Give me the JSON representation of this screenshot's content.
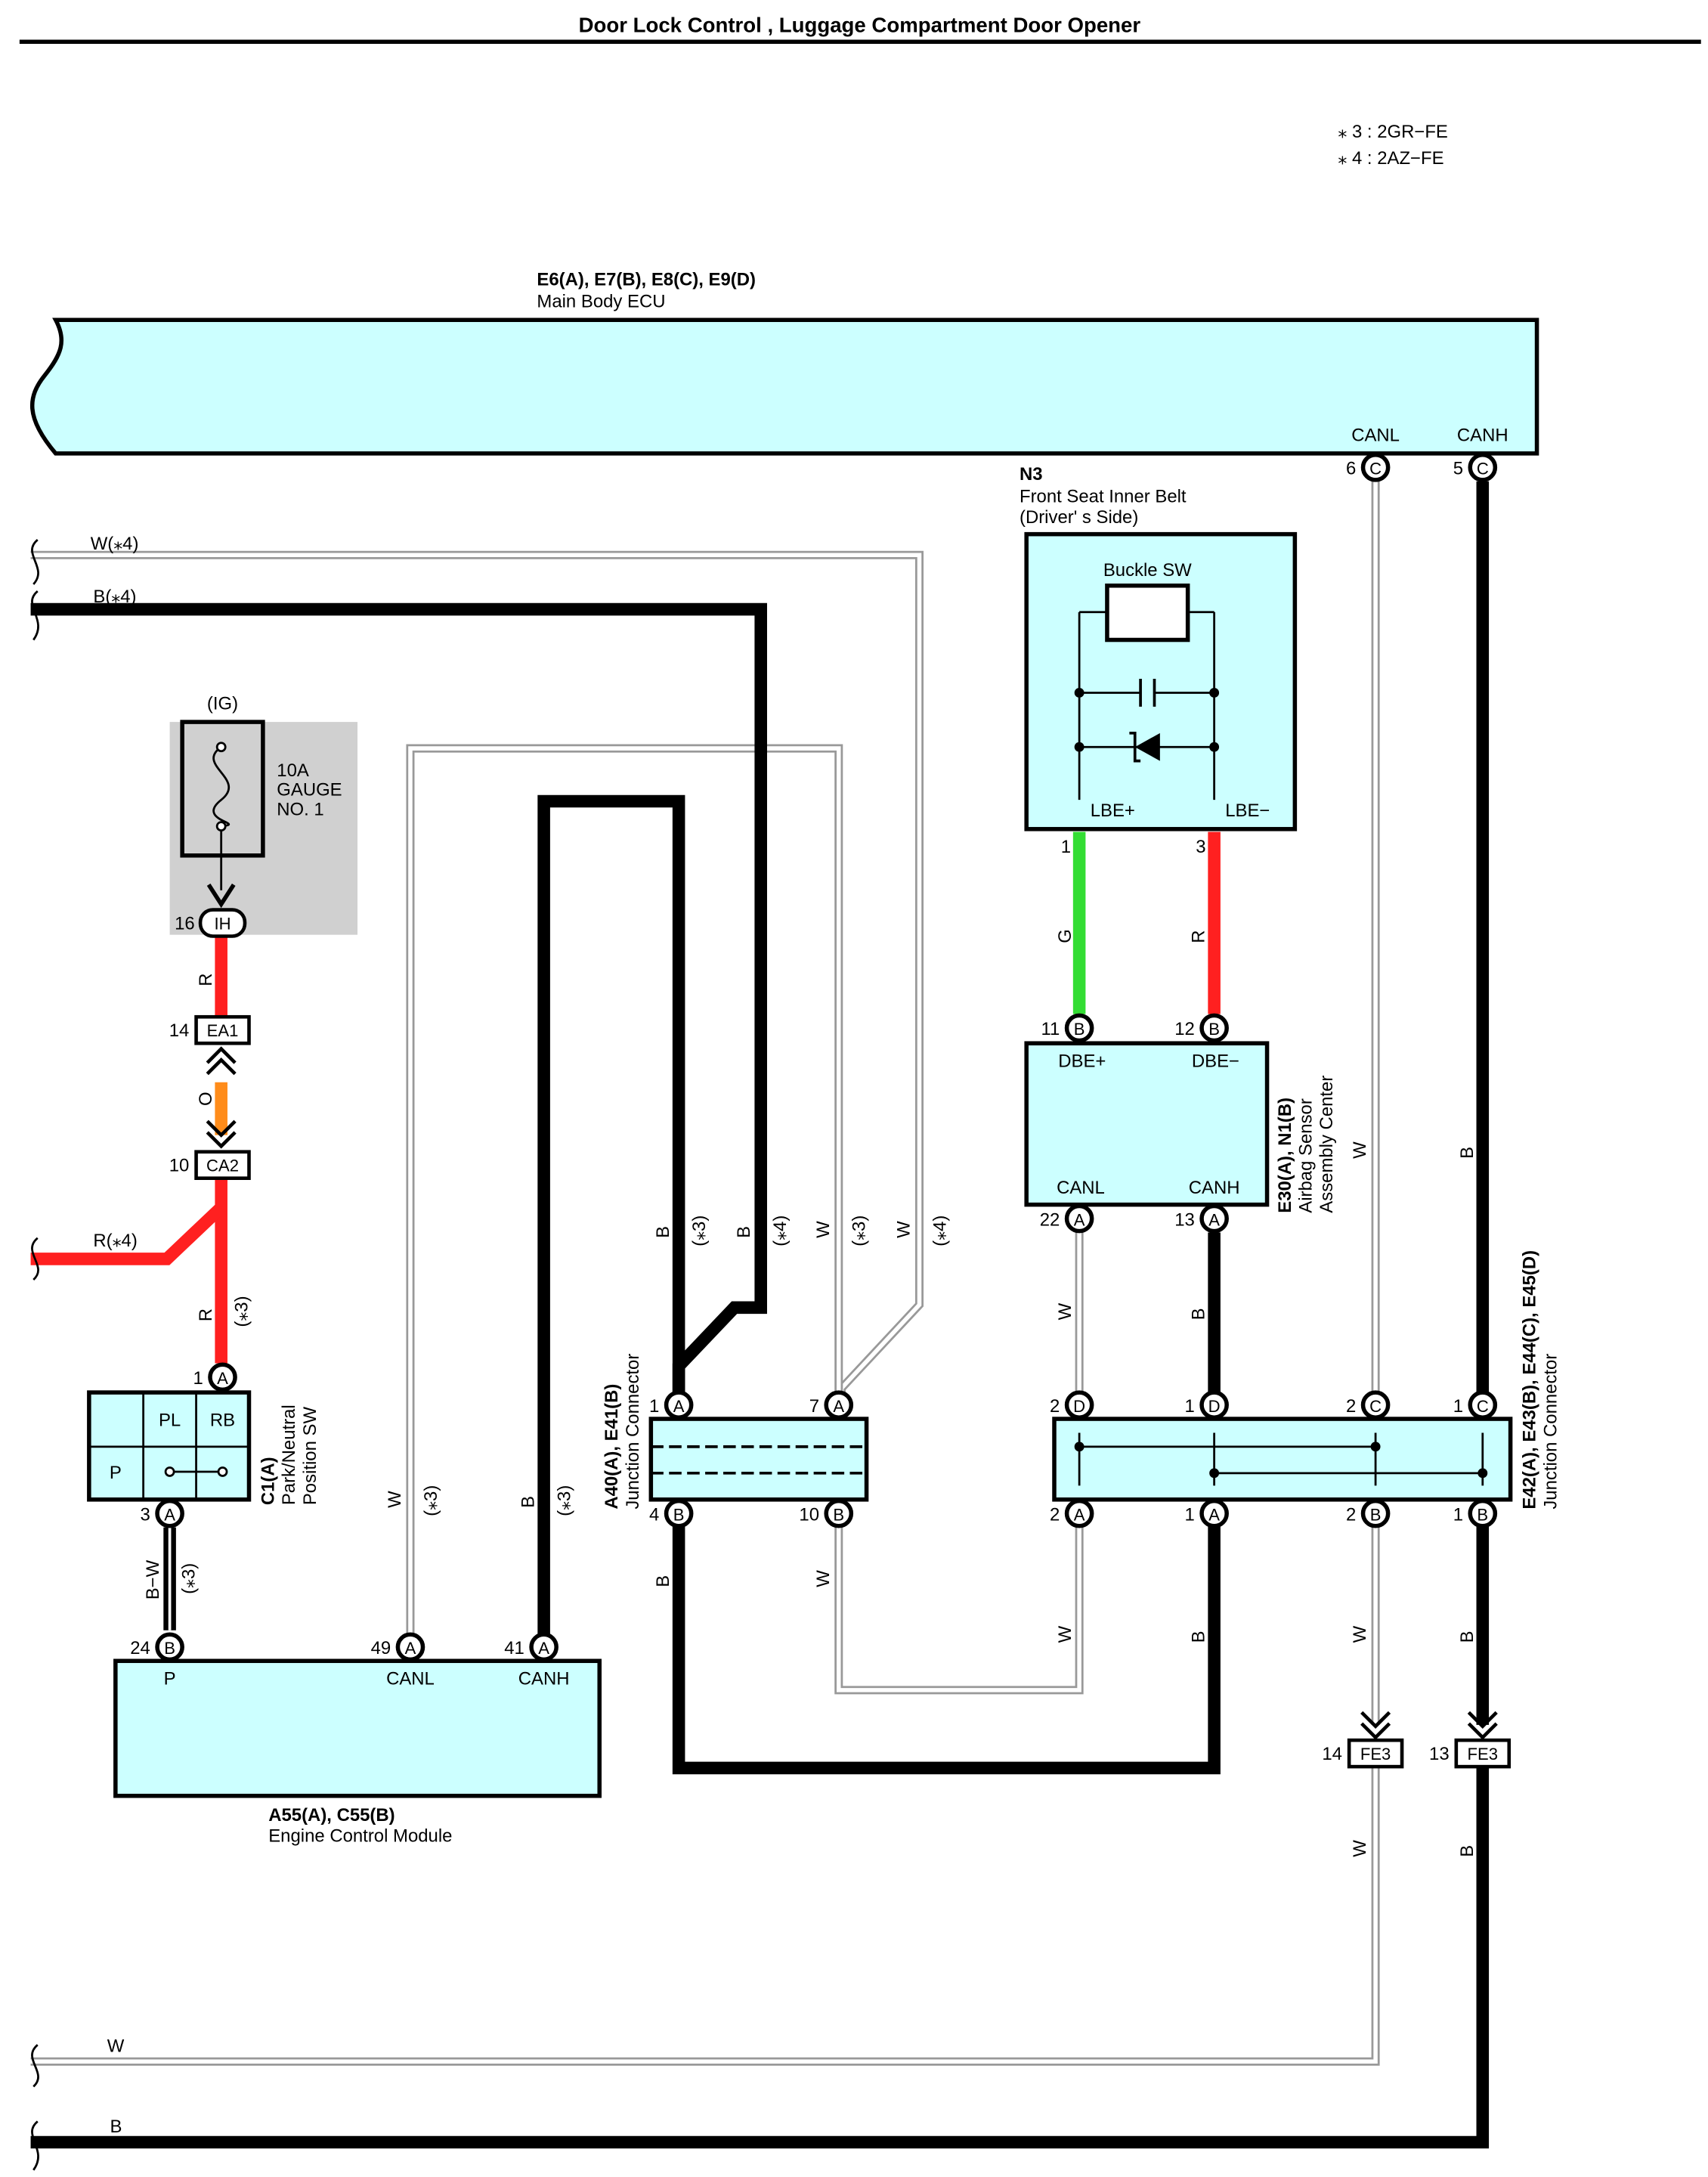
{
  "title": "Door Lock Control , Luggage Compartment Door Opener",
  "notes": [
    "⁎ 3 : 2GR−FE",
    "⁎ 4 : 2AZ−FE"
  ],
  "main_ecu": {
    "code": "E6(A), E7(B), E8(C), E9(D)",
    "name": "Main Body ECU",
    "canl_label": "CANL",
    "canh_label": "CANH",
    "canl_pin": "6",
    "canl_conn": "C",
    "canh_pin": "5",
    "canh_conn": "C"
  },
  "belt": {
    "code": "N3",
    "name": "Front Seat Inner Belt",
    "name2": "(Driver'  s Side)",
    "switch": "Buckle SW",
    "lbe_plus": "LBE+",
    "lbe_minus": "LBE−",
    "pin1": "1",
    "pin3": "3"
  },
  "airbag": {
    "code": "E30(A), N1(B)",
    "name": "Airbag Sensor",
    "name2": "Assembly Center",
    "dbe_plus": "DBE+",
    "dbe_minus": "DBE−",
    "canl": "CANL",
    "canh": "CANH",
    "pin11": "11",
    "pin11_conn": "B",
    "pin12": "12",
    "pin12_conn": "B",
    "pin22": "22",
    "pin22_conn": "A",
    "pin13": "13",
    "pin13_conn": "A"
  },
  "fuse": {
    "supply": "(IG)",
    "rating": "10A",
    "name1": "GAUGE",
    "name2": "NO. 1",
    "pin": "16",
    "conn": "IH"
  },
  "connectors": {
    "ea1_pin": "14",
    "ea1": "EA1",
    "ca2_pin": "10",
    "ca2": "CA2",
    "fe3a_pin": "14",
    "fe3b_pin": "13",
    "fe3": "FE3"
  },
  "pnp": {
    "code": "C1(A)",
    "name": "Park/Neutral",
    "name2": "Position SW",
    "pl": "PL",
    "rb": "RB",
    "p": "P",
    "pin1": "1",
    "pin1_conn": "A",
    "pin3": "3",
    "pin3_conn": "A"
  },
  "ecm": {
    "code": "A55(A), C55(B)",
    "name": "Engine Control Module",
    "p_label": "P",
    "canl_label": "CANL",
    "canh_label": "CANH",
    "pin24": "24",
    "pin24_conn": "B",
    "pin49": "49",
    "pin49_conn": "A",
    "pin41": "41",
    "pin41_conn": "A"
  },
  "jc1": {
    "code": "A40(A), E41(B)",
    "name": "Junction Connector",
    "pin1": "1",
    "pin1_conn": "A",
    "pin7": "7",
    "pin7_conn": "A",
    "pin4": "4",
    "pin4_conn": "B",
    "pin10": "10",
    "pin10_conn": "B"
  },
  "jc2": {
    "code": "E42(A), E43(B), E44(C), E45(D)",
    "name": "Junction Connector",
    "top": [
      {
        "pin": "2",
        "conn": "D"
      },
      {
        "pin": "1",
        "conn": "D"
      },
      {
        "pin": "2",
        "conn": "C"
      },
      {
        "pin": "1",
        "conn": "C"
      }
    ],
    "bottom": [
      {
        "pin": "2",
        "conn": "A"
      },
      {
        "pin": "1",
        "conn": "A"
      },
      {
        "pin": "2",
        "conn": "B"
      },
      {
        "pin": "1",
        "conn": "B"
      }
    ]
  },
  "wires": {
    "w4": "W(⁎4)",
    "b4": "B(⁎4)",
    "r4": "R(⁎4)",
    "r": "R",
    "o": "O",
    "g": "G",
    "w": "W",
    "b": "B",
    "bw": "B−W",
    "n3": "(⁎3)",
    "n4": "(⁎4)"
  },
  "colors": {
    "panel": "#ccffff",
    "red": "#ff2020",
    "green": "#33dd33",
    "orange": "#ff8c1a",
    "black": "#000000",
    "grey_box": "#d0d0d0"
  }
}
